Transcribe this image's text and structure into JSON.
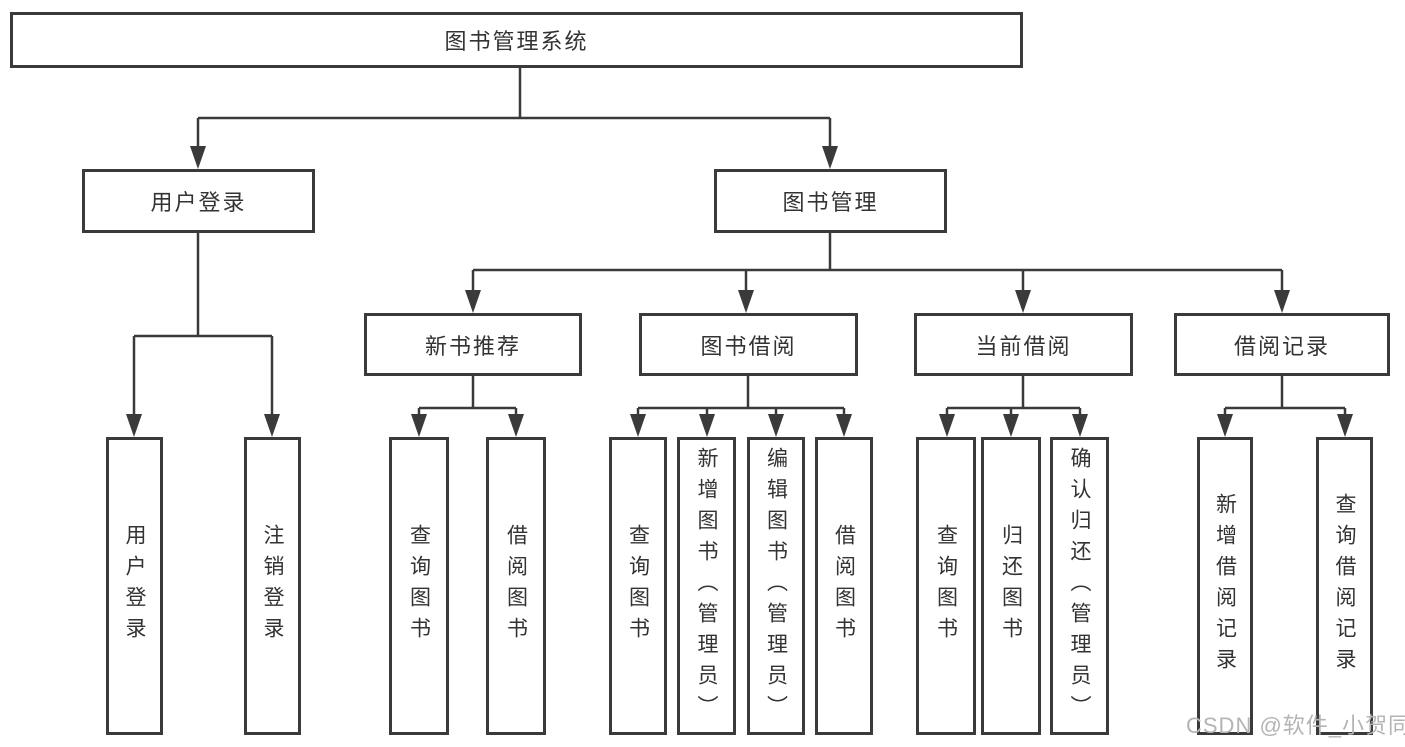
{
  "colors": {
    "line": "#3a3a3a",
    "text": "#333333",
    "background": "#ffffff",
    "watermark": "#b4b4b4"
  },
  "watermark": {
    "text": "CSDN @软件_小贺同学"
  },
  "tree": {
    "root": {
      "label": "图书管理系统"
    },
    "branches": [
      {
        "label": "用户登录",
        "children": [
          {
            "label": "用户登录"
          },
          {
            "label": "注销登录"
          }
        ]
      },
      {
        "label": "图书管理",
        "children": [
          {
            "label": "新书推荐",
            "children": [
              {
                "label": "查询图书"
              },
              {
                "label": "借阅图书"
              }
            ]
          },
          {
            "label": "图书借阅",
            "children": [
              {
                "label": "查询图书"
              },
              {
                "label": "新增图书（管理员）"
              },
              {
                "label": "编辑图书（管理员）"
              },
              {
                "label": "借阅图书"
              }
            ]
          },
          {
            "label": "当前借阅",
            "children": [
              {
                "label": "查询图书"
              },
              {
                "label": "归还图书"
              },
              {
                "label": "确认归还（管理员）"
              }
            ]
          },
          {
            "label": "借阅记录",
            "children": [
              {
                "label": "新增借阅记录"
              },
              {
                "label": "查询借阅记录"
              }
            ]
          }
        ]
      }
    ]
  }
}
